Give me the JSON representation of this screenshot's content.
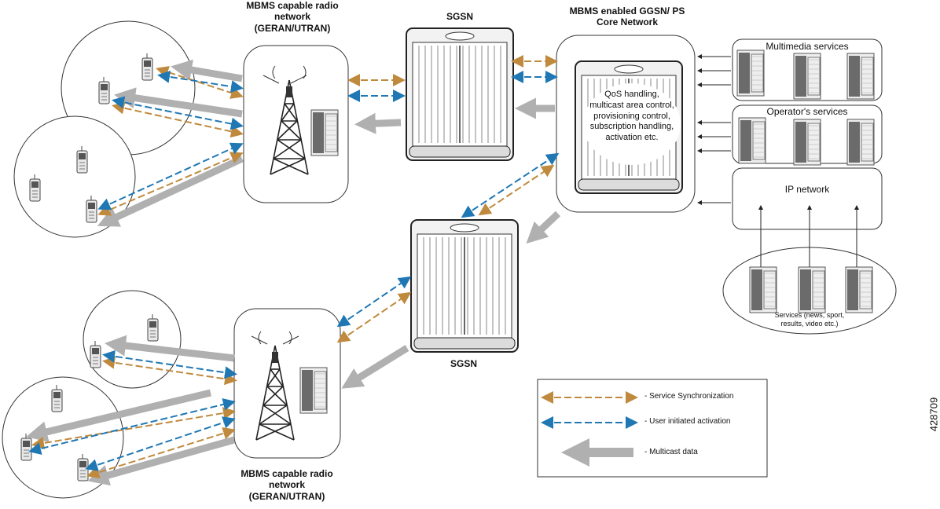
{
  "labels": {
    "ran_top": "MBMS capable radio network (GERAN/UTRAN)",
    "ran_bottom": "MBMS capable radio network (GERAN/UTRAN)",
    "sgsn_top": "SGSN",
    "sgsn_bottom": "SGSN",
    "ggsn": "MBMS enabled GGSN/ PS Core Network",
    "ggsn_inner": "QoS handling, multicast area control, provisioning control, subscription handling, activation etc.",
    "multimedia": "Multimedia services",
    "operator": "Operator's services",
    "ip_network": "IP network",
    "services": "Services (news, sport, results, video etc.)",
    "figure_number": "428709"
  },
  "legend": [
    {
      "label": "- Service Synchronization",
      "color": "#c08a3e",
      "kind": "dashed"
    },
    {
      "label": "- User initiated activation",
      "color": "#1f78b4",
      "kind": "dashed"
    },
    {
      "label": "- Multicast data",
      "color": "#b0b0b0",
      "kind": "thick"
    }
  ],
  "colors": {
    "sync": "#c08a3e",
    "activation": "#1f78b4",
    "multicast": "#b0b0b0"
  }
}
